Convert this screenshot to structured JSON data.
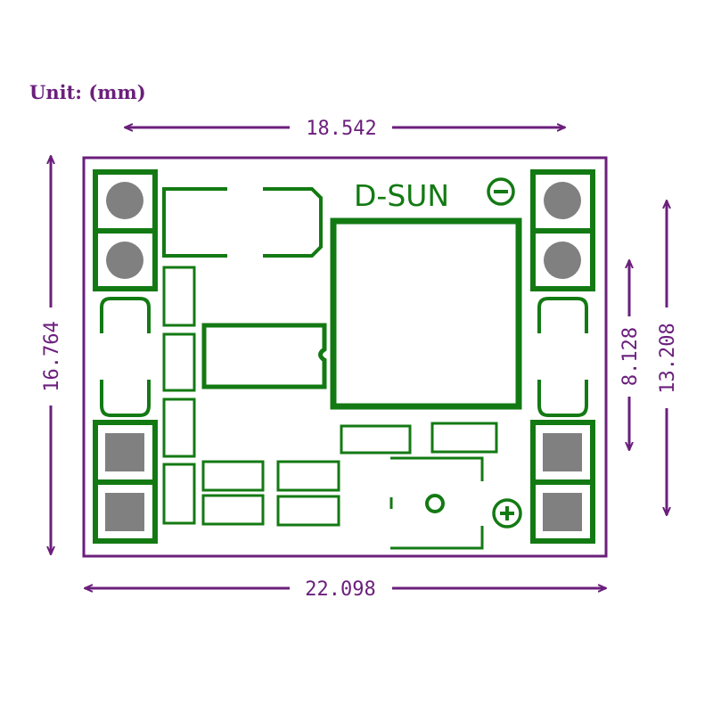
{
  "unit_label": "Unit: (mm)",
  "brand_label": "D-SUN",
  "dimensions": {
    "top_width": "18.542",
    "bottom_width": "22.098",
    "left_height": "16.764",
    "right_outer_height": "13.208",
    "right_inner_height": "8.128"
  },
  "colors": {
    "outline": "#6b1f7c",
    "silkscreen": "#137a13",
    "pad": "#808080"
  }
}
